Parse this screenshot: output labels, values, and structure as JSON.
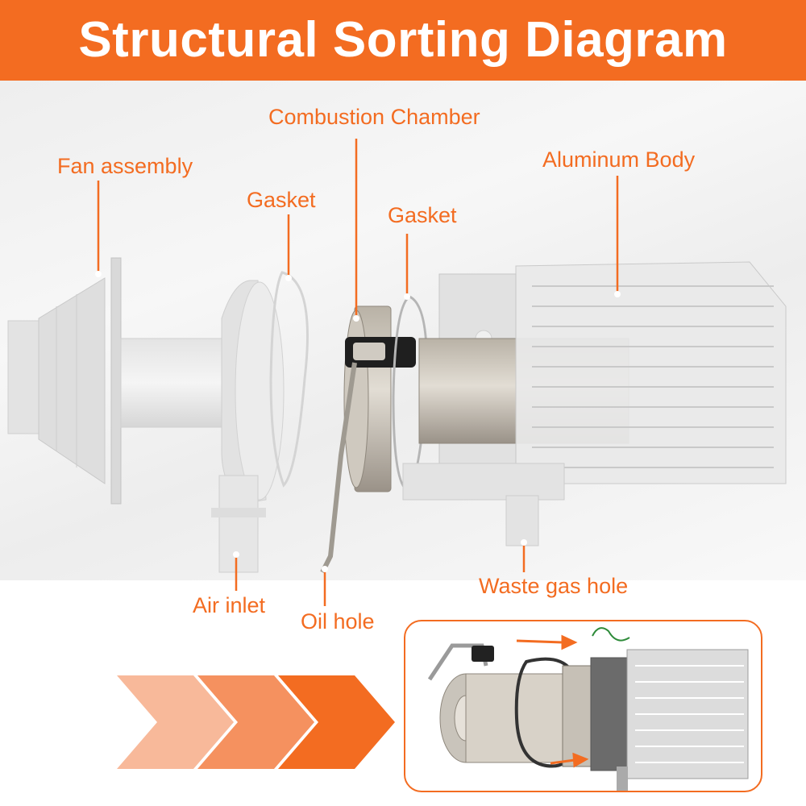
{
  "header": {
    "title": "Structural Sorting Diagram"
  },
  "labels": {
    "combustion_chamber": "Combustion Chamber",
    "fan_assembly": "Fan assembly",
    "gasket_left": "Gasket",
    "gasket_right": "Gasket",
    "aluminum_body": "Aluminum Body",
    "air_inlet": "Air inlet",
    "oil_hole": "Oil hole",
    "waste_gas_hole": "Waste gas hole"
  },
  "colors": {
    "accent": "#f36c21",
    "chevron_light": "#f8b99a",
    "chevron_mid": "#f5915f",
    "chevron_dark": "#f36c21"
  }
}
